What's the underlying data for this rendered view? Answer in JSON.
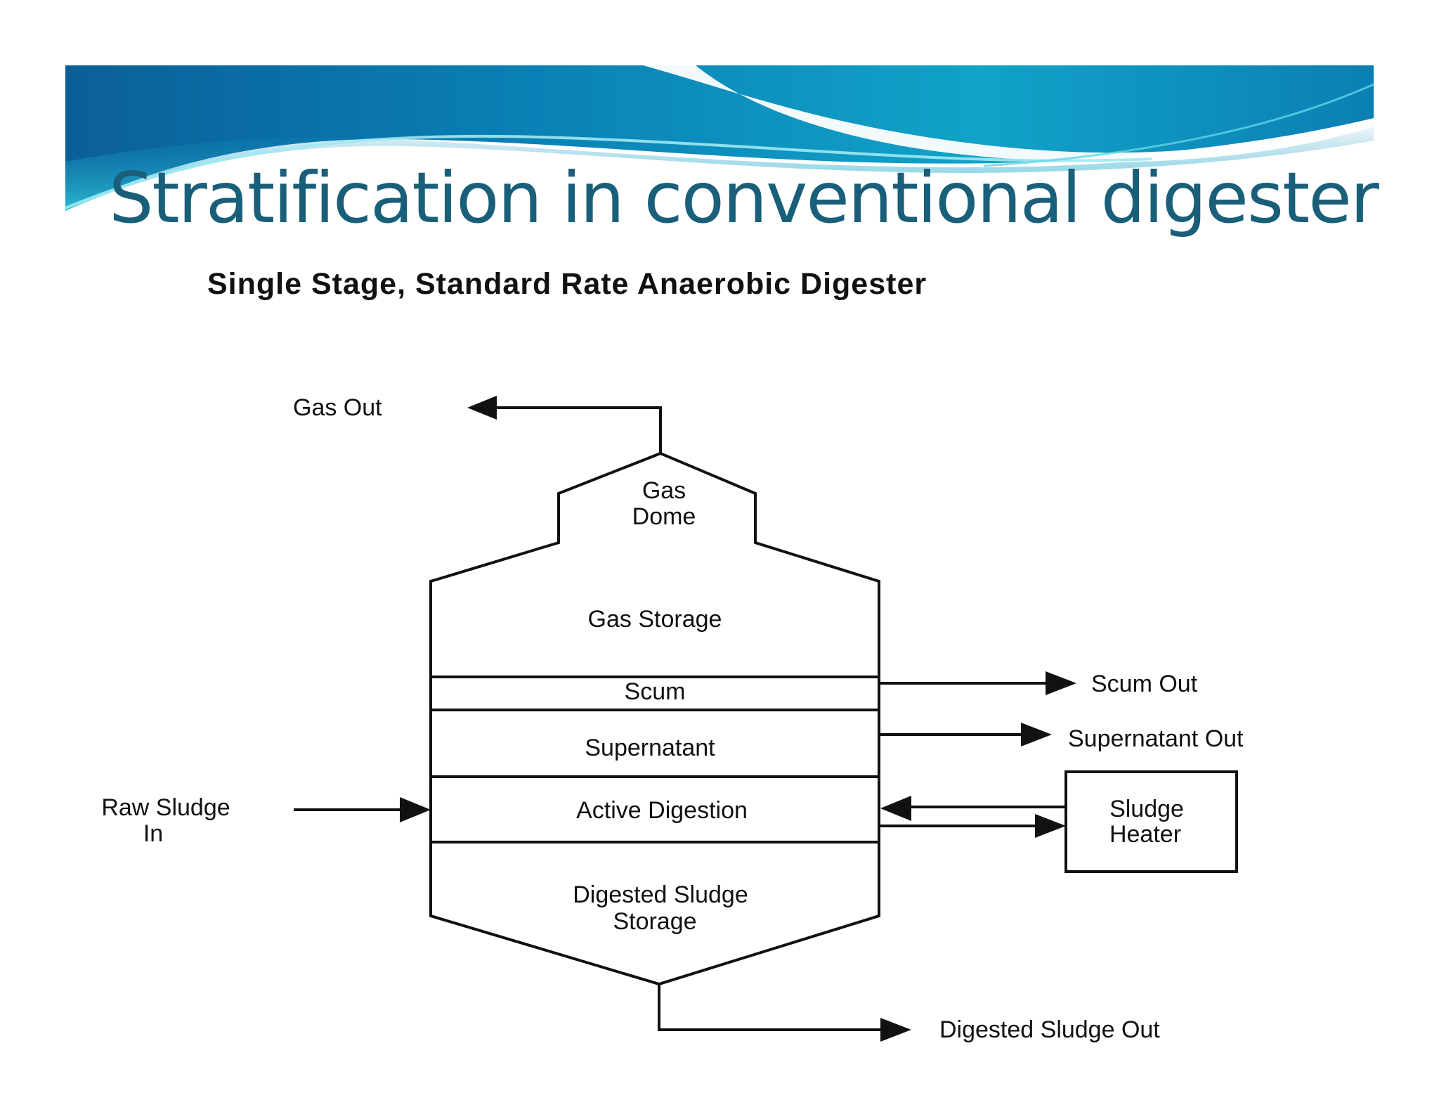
{
  "slide": {
    "title": "Stratification in conventional digester",
    "colors": {
      "header_dark": "#0b6ea8",
      "header_light": "#22c3d6",
      "title_text": "#1a5f7a"
    }
  },
  "diagram": {
    "title": "Single Stage, Standard Rate Anaerobic Digester",
    "labels": {
      "gas_dome_1": "Gas",
      "gas_dome_2": "Dome",
      "gas_storage": "Gas Storage",
      "scum": "Scum",
      "supernatant": "Supernatant",
      "active_digestion": "Active Digestion",
      "digested_storage_1": "Digested Sludge",
      "digested_storage_2": "Storage",
      "gas_out": "Gas Out",
      "scum_out": "Scum Out",
      "supernatant_out": "Supernatant Out",
      "raw_sludge_1": "Raw Sludge",
      "raw_sludge_2": "In",
      "heater_1": "Sludge",
      "heater_2": "Heater",
      "digested_out": "Digested Sludge Out"
    }
  }
}
